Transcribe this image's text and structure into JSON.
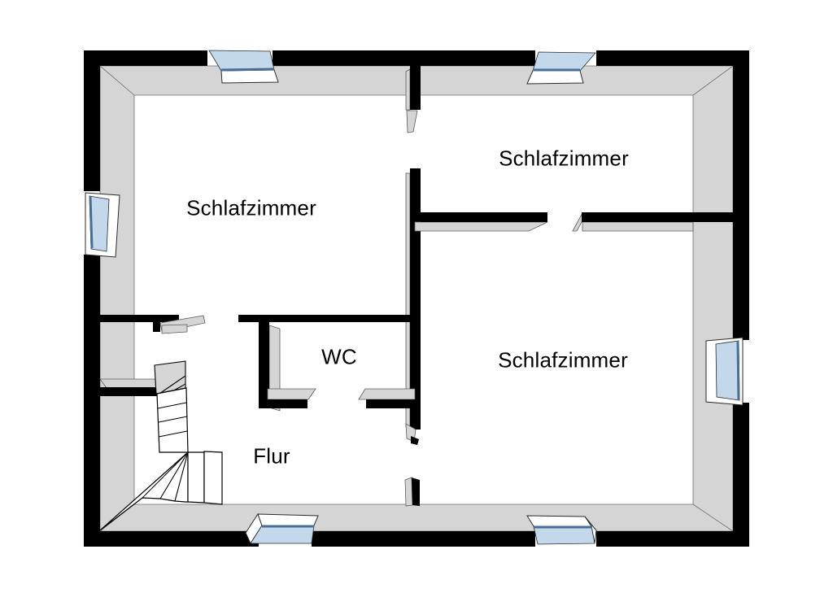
{
  "rooms": [
    {
      "id": "bedroom-left",
      "label": "Schlafzimmer"
    },
    {
      "id": "bedroom-top-right",
      "label": "Schlafzimmer"
    },
    {
      "id": "bedroom-bottom-right",
      "label": "Schlafzimmer"
    },
    {
      "id": "wc",
      "label": "WC"
    },
    {
      "id": "hallway",
      "label": "Flur"
    }
  ],
  "windows": [
    {
      "name": "window-top-left"
    },
    {
      "name": "window-top-right"
    },
    {
      "name": "window-left"
    },
    {
      "name": "window-right"
    },
    {
      "name": "window-bottom-left"
    },
    {
      "name": "window-bottom-center"
    }
  ],
  "staircase": {
    "type": "winder-stairs",
    "location": "bottom-left"
  },
  "colors": {
    "wall": "#000000",
    "wall_face": "#d5d5d5",
    "window_glass": "#c4d8ec",
    "window_glass_edge": "#4a6d96",
    "background": "#ffffff"
  }
}
